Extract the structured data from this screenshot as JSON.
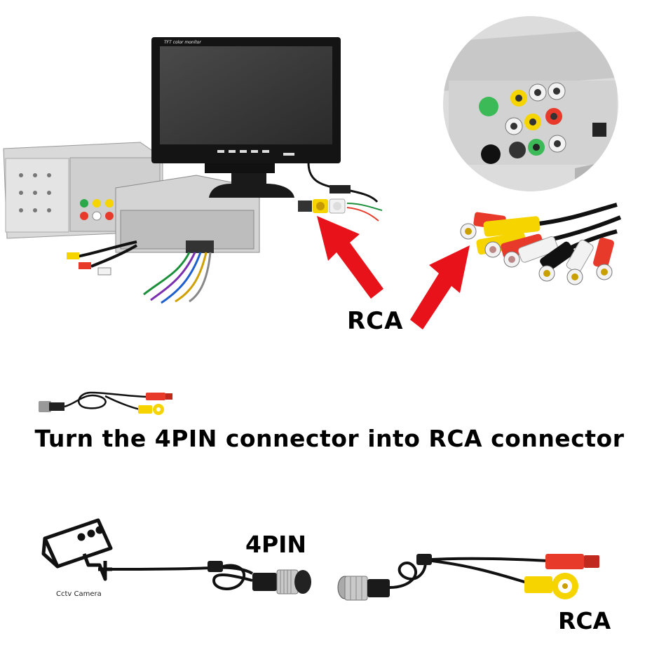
{
  "labels": {
    "rca_top": "RCA",
    "headline": "Turn the 4PIN connector into RCA connector",
    "pin": "4PIN",
    "rca_bottom": "RCA",
    "camera": "Cctv Camera",
    "monitor": "TFT color monitor"
  },
  "colors": {
    "arrow": "#e8121a",
    "rca_yellow": "#f5d400",
    "rca_red": "#e83a2a",
    "rca_white": "#f2f2f2",
    "cable": "#111111",
    "metal": "#c9c9c9"
  },
  "icons": [
    "cctv-camera-icon",
    "monitor-illustration",
    "car-stereo-illustration",
    "rca-jacks-closeup",
    "rca-plugs-illustration",
    "adapter-cable-illustration"
  ]
}
